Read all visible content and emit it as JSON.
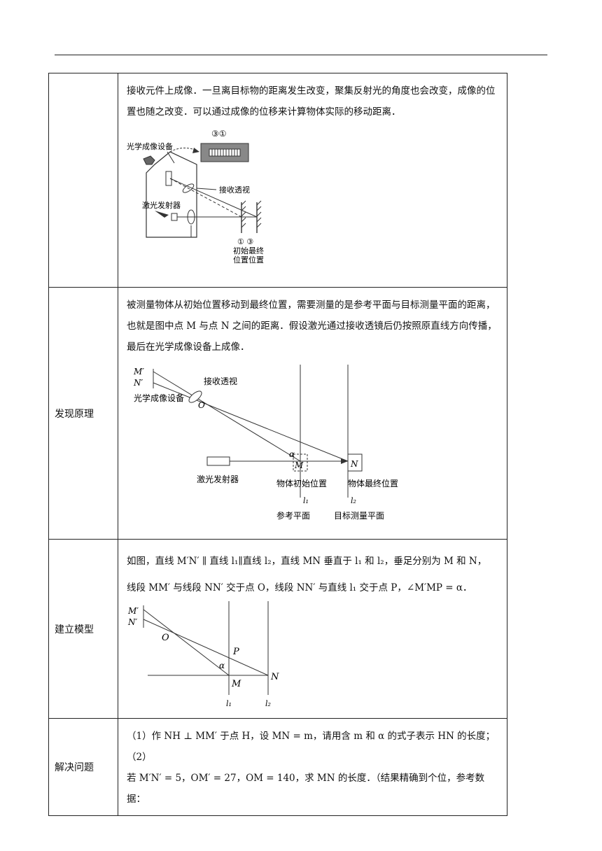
{
  "rows": [
    {
      "label": "",
      "text": "接收元件上成像．一旦离目标物的距离发生改变，聚集反射光的角度也会改变，成像的位置也随之改变．可以通过成像的位移来计算物体实际的移动距离．",
      "figure": {
        "device": "光学成像设备",
        "screen_marks": "③①",
        "lens": "接收透视",
        "laser": "激光发射器",
        "pos_marks": "①  ③",
        "pos_line1": "初始最终",
        "pos_line2": "位置位置"
      }
    },
    {
      "label": "发现原理",
      "text": "被测量物体从初始位置移动到最终位置，需要测量的是参考平面与目标测量平面的距离，也就是图中点 M 与点 N 之间的距离．假设激光通过接收透镜后仍按照原直线方向传播，最后在光学成像设备上成像．",
      "figure": {
        "M_prime": "M′",
        "N_prime": "N′",
        "lens": "接收透视",
        "device": "光学成像设备",
        "O": "O",
        "alpha": "α",
        "M": "M",
        "N": "N",
        "laser": "激光发射器",
        "initial": "物体初始位置",
        "final": "物体最终位置",
        "l1": "l₁",
        "l2": "l₂",
        "ref_plane": "参考平面",
        "target_plane": "目标测量平面"
      }
    },
    {
      "label": "建立模型",
      "text_line1": "如图，直线 M′N′ ∥ 直线 l₁∥直线 l₂，直线 MN 垂直于 l₁ 和 l₂，垂足分别为 M 和 N，",
      "text_line2": "线段 MM′ 与线段 NN′ 交于点 O，线段 NN′ 与直线 l₁ 交于点 P，∠M′MP = α．",
      "figure": {
        "M_prime": "M′",
        "N_prime": "N′",
        "O": "O",
        "P": "P",
        "alpha": "α",
        "M": "M",
        "N": "N",
        "l1": "l₁",
        "l2": "l₂"
      }
    },
    {
      "label": "解决问题",
      "text_line1": "（1）作 NH ⊥ MM′ 于点 H，设 MN = m，请用含 m 和 α 的式子表示 HN 的长度；（2）",
      "text_line2": "若 M′N′ = 5，OM′ = 27，OM = 140，求 MN 的长度．（结果精确到个位，参考数据："
    }
  ]
}
